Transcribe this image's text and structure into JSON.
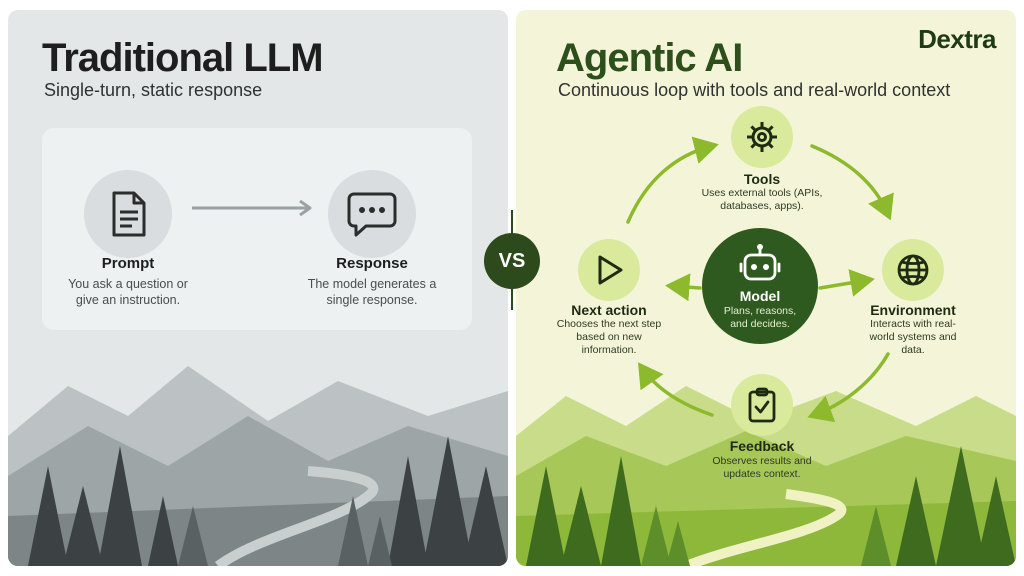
{
  "left": {
    "title": "Traditional LLM",
    "subtitle": "Single-turn, static response",
    "prompt": {
      "label": "Prompt",
      "desc": "You ask a question or give an instruction.",
      "icon": "document-icon"
    },
    "response": {
      "label": "Response",
      "desc": "The model generates a single response.",
      "icon": "chat-bubble-icon"
    }
  },
  "divider": {
    "label": "VS"
  },
  "right": {
    "brand": "Dextra",
    "title": "Agentic AI",
    "subtitle": "Continuous loop with tools and real-world context",
    "model": {
      "label": "Model",
      "desc": "Plans, reasons, and decides.",
      "icon": "robot-icon"
    },
    "tools": {
      "label": "Tools",
      "desc": "Uses external tools (APIs, databases, apps).",
      "icon": "gear-icon"
    },
    "environment": {
      "label": "Environment",
      "desc": "Interacts with real-world systems and data.",
      "icon": "globe-icon"
    },
    "feedback": {
      "label": "Feedback",
      "desc": "Observes results and updates context.",
      "icon": "clipboard-check-icon"
    },
    "next_action": {
      "label": "Next action",
      "desc": "Chooses the next step based on new information.",
      "icon": "play-icon"
    }
  },
  "colors": {
    "dark_green": "#2c4a1b",
    "light_green": "#d9ea9c",
    "arrow_green": "#8cba2c",
    "gray_arrow": "#9aa2a4"
  }
}
